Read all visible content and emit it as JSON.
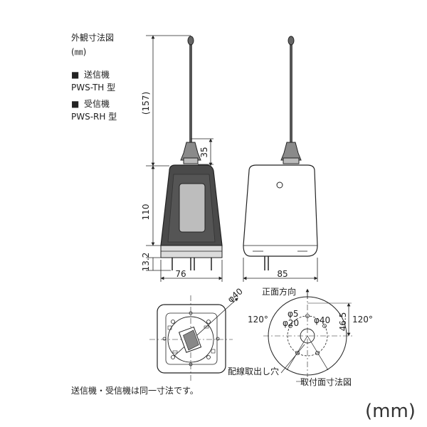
{
  "header": {
    "title": "外観寸法図",
    "unit": "(㎜)"
  },
  "legend": [
    {
      "bullet": "■",
      "label": "送信機",
      "model": "PWS-TH 型"
    },
    {
      "bullet": "■",
      "label": "受信機",
      "model": "PWS-RH 型"
    }
  ],
  "dimensions": {
    "overall_height": "(157)",
    "antenna_base": "35",
    "body_height": "110",
    "base_height": "13.2",
    "front_width": "76",
    "side_width": "85",
    "diameter_40": "φ40"
  },
  "mounting": {
    "front_direction": "正面方向",
    "angle_left": "120°",
    "angle_right": "120°",
    "d5": "φ5",
    "d20": "φ20",
    "d40": "φ40",
    "dim_465": "46.5",
    "wiring_hole": "配線取出し穴",
    "caption": "取付面寸法図"
  },
  "footnote": "送信機・受信機は同一寸法です。",
  "unit_badge": "(mm)",
  "colors": {
    "line": "#222222",
    "body_gray": "#4a4a4a",
    "window_gray": "#bdbdbd"
  }
}
